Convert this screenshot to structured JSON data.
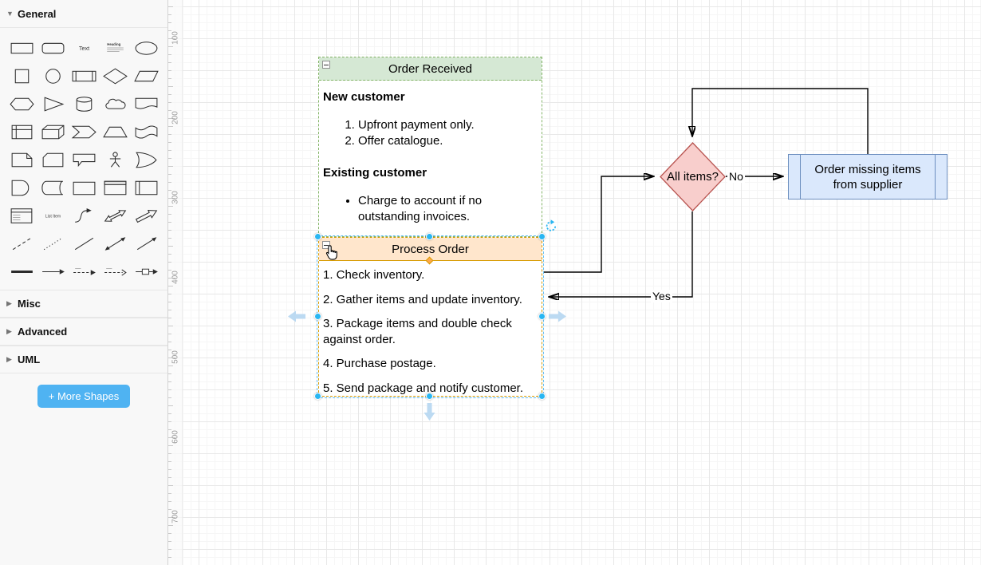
{
  "sidebar": {
    "sections": [
      {
        "label": "General",
        "expanded": true
      },
      {
        "label": "Misc",
        "expanded": false
      },
      {
        "label": "Advanced",
        "expanded": false
      },
      {
        "label": "UML",
        "expanded": false
      }
    ],
    "more_shapes_label": "+ More Shapes",
    "icon_labels": {
      "text": "Text",
      "heading": "Heading",
      "list_item": "List Item"
    },
    "palette": [
      "rectangle",
      "rounded-rectangle",
      "text",
      "textbox",
      "ellipse",
      "square",
      "circle",
      "process",
      "diamond",
      "parallelogram",
      "hexagon",
      "triangle",
      "cylinder",
      "cloud",
      "document",
      "internal-storage",
      "cube",
      "step",
      "trapezoid",
      "tape",
      "note",
      "card",
      "callout",
      "actor",
      "or",
      "and",
      "data-storage",
      "container",
      "frame",
      "horizontal-container",
      "list",
      "list-item",
      "curve",
      "bidirectional-arrow",
      "arrow",
      "dashed-line",
      "dotted-line",
      "line",
      "bidirectional-connector",
      "directional-connector",
      "link",
      "simple-arrow",
      "dashed-edge",
      "dashed-edge-2",
      "labeled-edge"
    ]
  },
  "canvas": {
    "ruler_labels": [
      "100",
      "200",
      "300",
      "400",
      "500",
      "600",
      "700"
    ],
    "nodes": {
      "order_received": {
        "title": "Order Received",
        "heading_new": "New customer",
        "new_customer_items": [
          "Upfront payment only.",
          "Offer catalogue."
        ],
        "heading_existing": "Existing customer",
        "existing_customer_items": [
          "Charge to account if no outstanding invoices."
        ],
        "header_fill": "#d5e8d4",
        "border_color": "#82b366"
      },
      "process_order": {
        "title": "Process Order",
        "items": [
          "Check inventory.",
          "Gather items and update inventory.",
          "Package items and double check against order.",
          "Purchase postage.",
          "Send package and notify customer."
        ],
        "header_fill": "#ffe6cc",
        "border_color": "#d79b00",
        "selected": true
      },
      "all_items_decision": {
        "label": "All items?",
        "fill": "#f8cecc",
        "border_color": "#b85450"
      },
      "order_missing_supplier": {
        "label": "Order missing items from supplier",
        "fill": "#dae8fc",
        "border_color": "#6c8ebf"
      }
    },
    "edge_labels": {
      "no": "No",
      "yes": "Yes"
    },
    "selection": {
      "color": "#29b6f2",
      "outline_color": "#61bdf2",
      "rotate_icon_color": "#29b6f2",
      "nav_arrow_color": "#b9d9f2",
      "fold_handle_color": "#ffa94d"
    }
  },
  "colors": {
    "more_shapes_button": "#4fb3f2"
  }
}
